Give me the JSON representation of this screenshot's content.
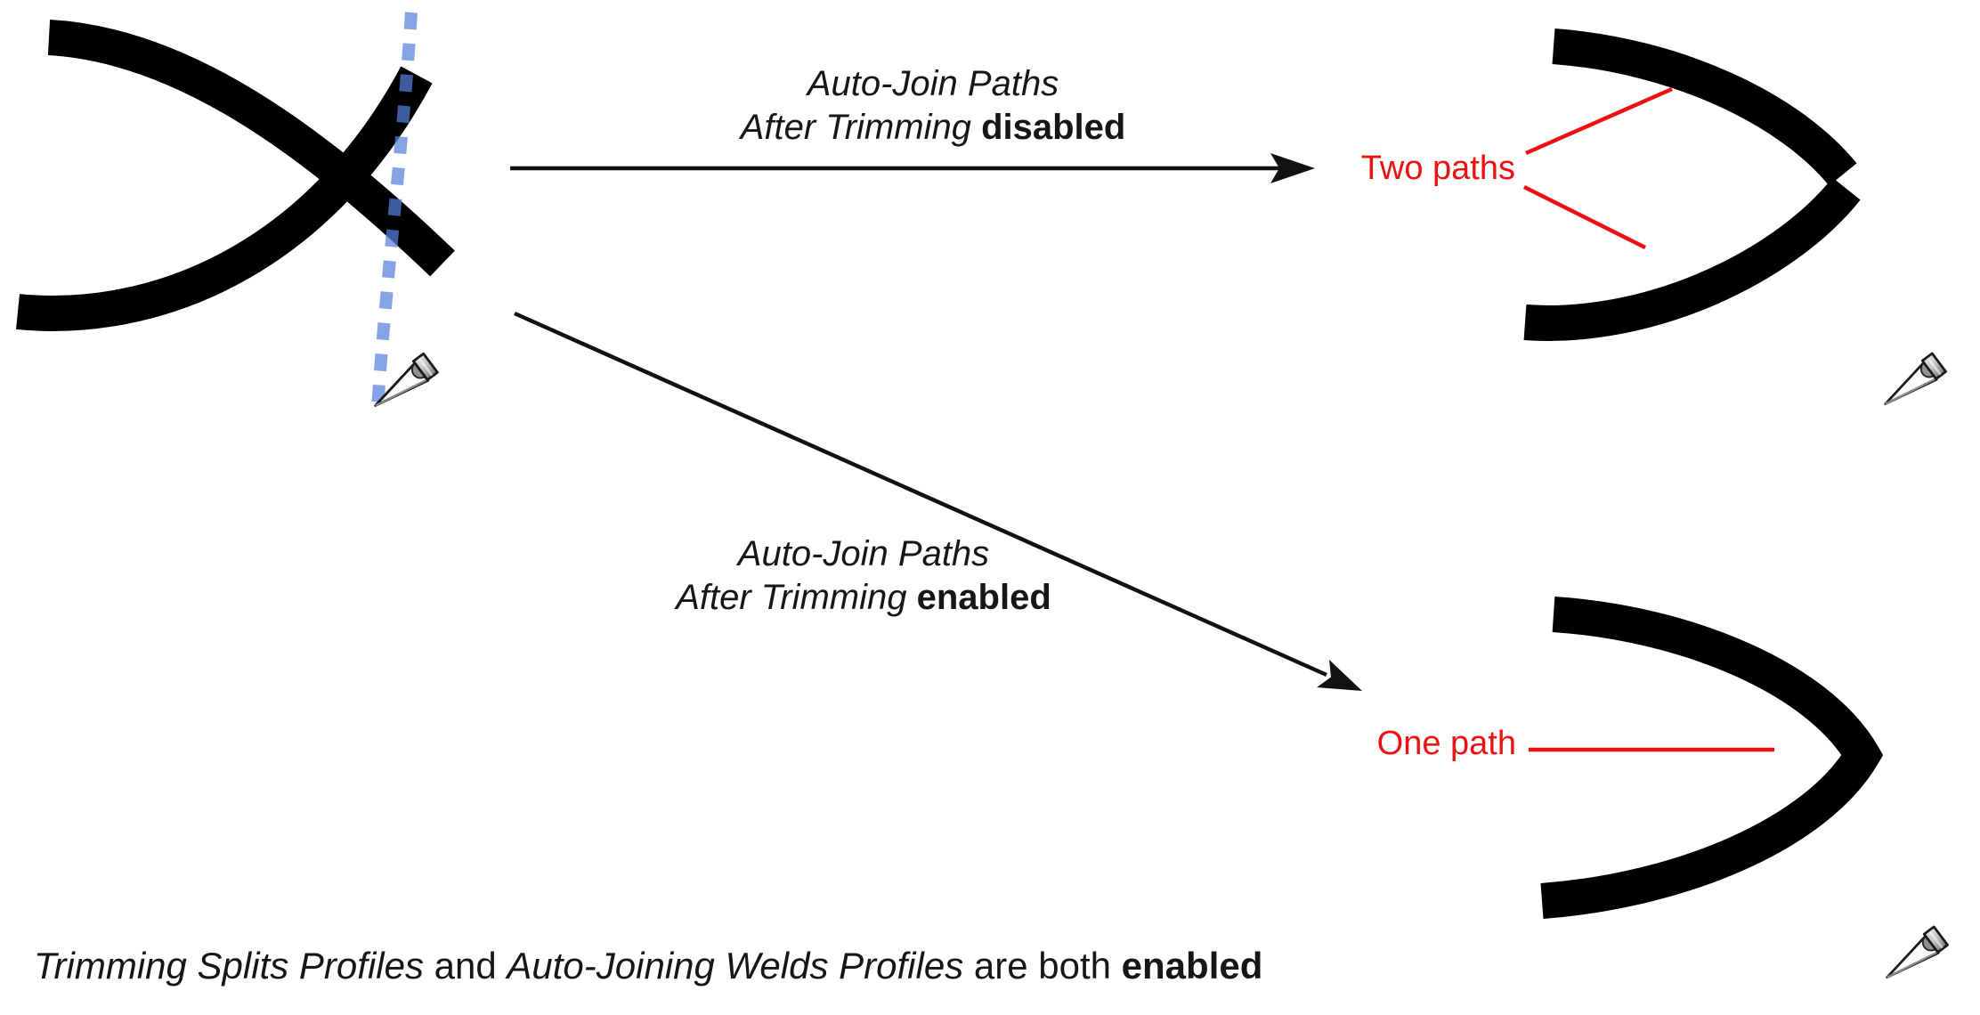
{
  "flow": {
    "branch_disabled": {
      "label_line1": "Auto-Join Paths",
      "label_setting": "After Trimming",
      "label_state": "disabled",
      "result_label": "Two paths"
    },
    "branch_enabled": {
      "label_line1": "Auto-Join Paths",
      "label_setting": "After Trimming",
      "label_state": "enabled",
      "result_label": "One path"
    }
  },
  "caption": {
    "feature1": "Trimming Splits Profiles",
    "connector1": "and",
    "feature2": "Auto-Joining Welds Profiles",
    "connector2": "are both",
    "state": "enabled"
  },
  "colors": {
    "path_black": "#000000",
    "arrow_black": "#111111",
    "annotation_red": "#ee1111",
    "cut_line_blue": "rgba(86,127,219,0.72)",
    "text": "#161616"
  },
  "icons": {
    "knife_tool": "knife-tool-icon",
    "cut_line": "dashed-cut-line"
  }
}
